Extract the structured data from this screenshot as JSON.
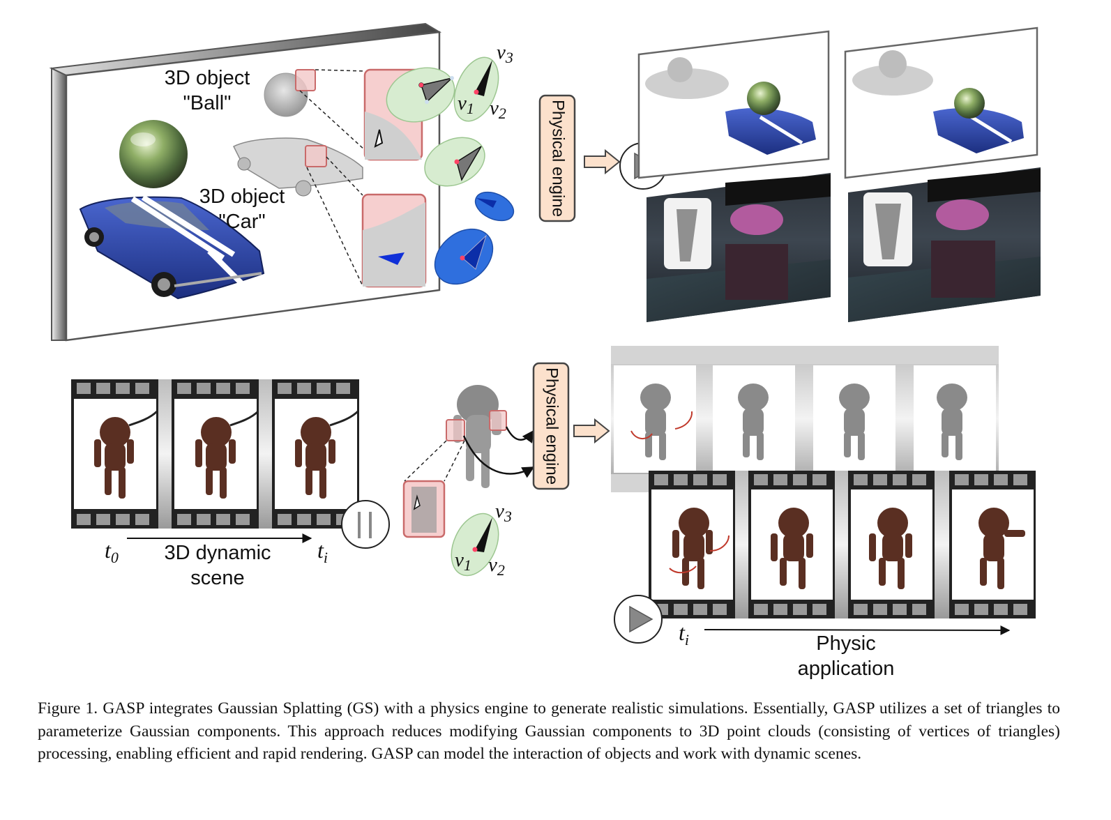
{
  "top_panel": {
    "ball_label_line1": "3D object",
    "ball_label_line2": "\"Ball\"",
    "car_label_line1": "3D object",
    "car_label_line2": "\"Car\"",
    "vertex_labels": {
      "v1": "v",
      "v1_sub": "1",
      "v2": "v",
      "v2_sub": "2",
      "v3": "v",
      "v3_sub": "3"
    },
    "engine_label": "Physical engine"
  },
  "bottom_panel": {
    "time_start": "t",
    "time_start_sub": "0",
    "time_end": "t",
    "time_end_sub": "i",
    "scene_label_line1": "3D dynamic",
    "scene_label_line2": "scene",
    "vertex_labels": {
      "v1": "v",
      "v1_sub": "1",
      "v2": "v",
      "v2_sub": "2",
      "v3": "v",
      "v3_sub": "3"
    },
    "engine_label": "Physical engine",
    "app_time": "t",
    "app_time_sub": "i",
    "app_label_line1": "Physic",
    "app_label_line2": "application"
  },
  "colors": {
    "engine_box": "#fce1cc",
    "zoom_box": "#f6cfcf",
    "zoom_border": "#c96a6a",
    "gaussian_green": "#d7ecd0",
    "gaussian_blue": "#2f6fde",
    "car_blue": "#2b46a8",
    "film": "#222222",
    "creature": "#5a2f22"
  },
  "caption": "Figure 1. GASP integrates Gaussian Splatting (GS) with a physics engine to generate realistic simulations. Essentially, GASP utilizes a set of triangles to parameterize Gaussian components. This approach reduces modifying Gaussian components to 3D point clouds (consisting of vertices of triangles) processing, enabling efficient and rapid rendering.  GASP can model the interaction of objects and work with dynamic scenes."
}
